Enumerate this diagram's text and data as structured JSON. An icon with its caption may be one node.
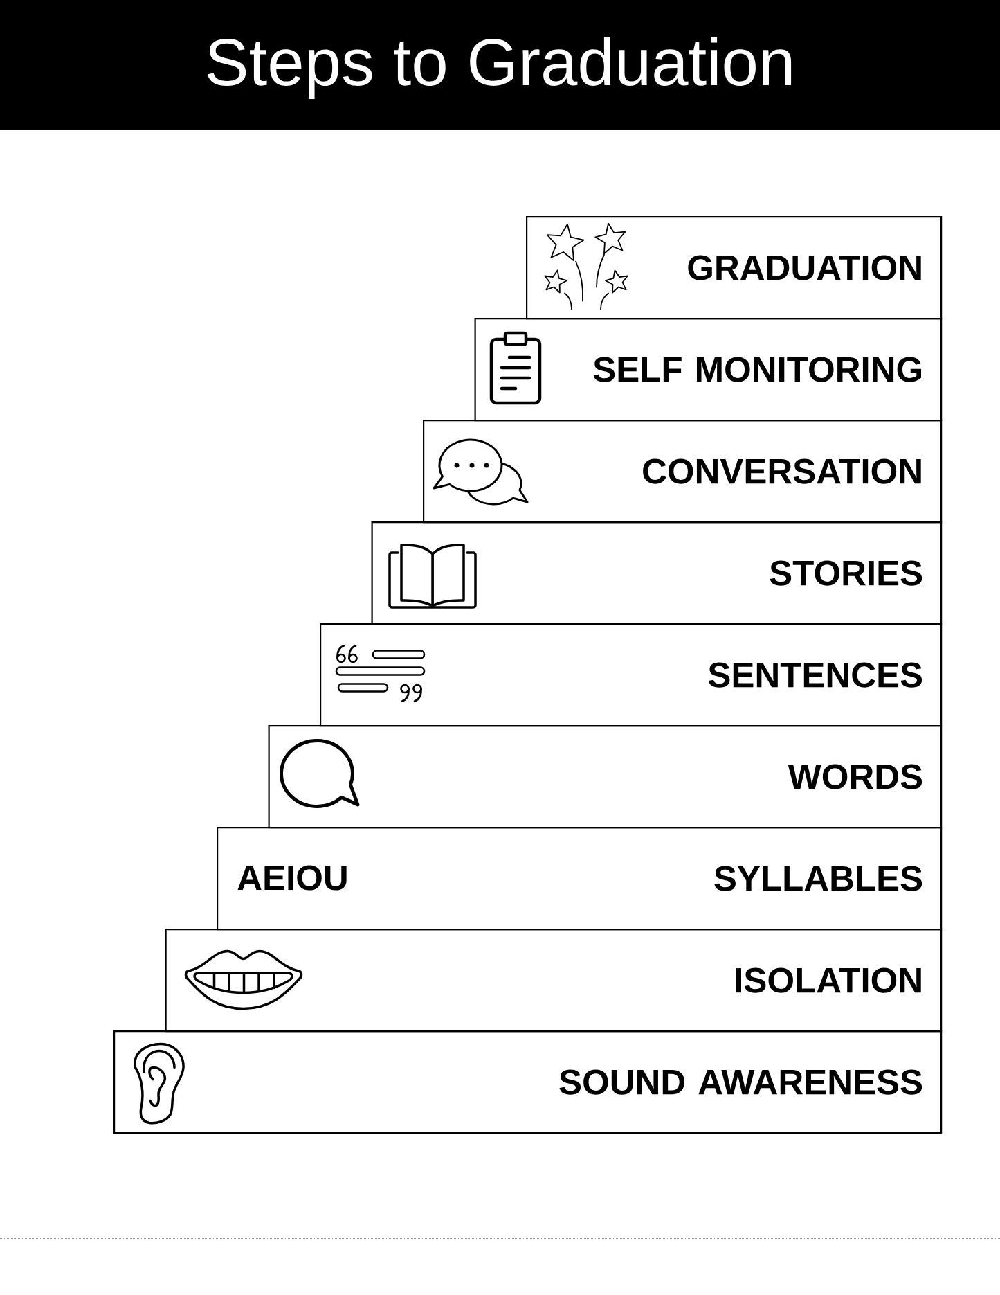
{
  "diagram": {
    "title": "Steps to Graduation",
    "nodes": [
      {
        "text": [
          "GRADUATION"
        ]
      },
      {
        "text": [
          "SELF MONITORING"
        ]
      },
      {
        "text": [
          "CONVERSATION"
        ]
      },
      {
        "text": [
          "STORIES"
        ]
      },
      {
        "text": [
          "SENTENCES"
        ]
      },
      {
        "text": [
          "WORDS"
        ]
      },
      {
        "text": [
          "AEIOU",
          "SYLLABLES"
        ]
      },
      {
        "text": [
          "ISOLATION"
        ]
      },
      {
        "text": [
          "SOUND AWARENESS"
        ]
      }
    ]
  }
}
